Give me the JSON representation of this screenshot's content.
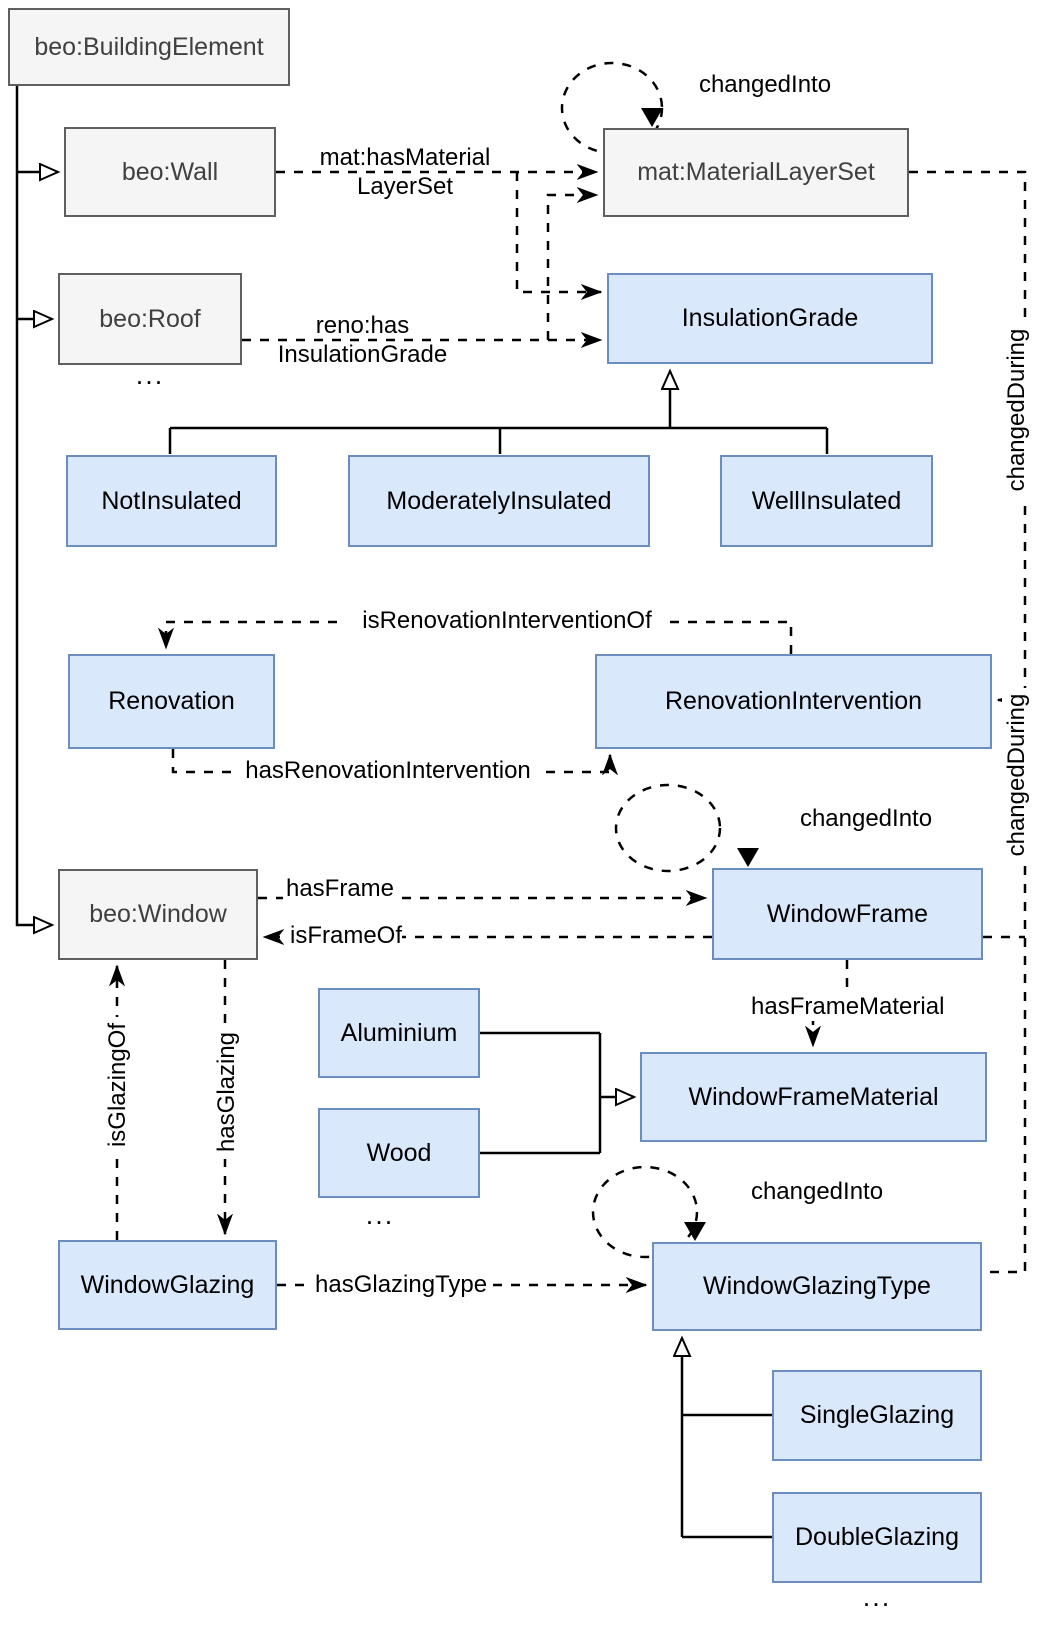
{
  "diagram_type": "ontology-class-diagram",
  "colors": {
    "class_fill": "#dae8fc",
    "class_border": "#6c8ebf",
    "external_fill": "#f5f5f5",
    "external_border": "#5f5f5f",
    "external_text": "#404040",
    "line": "#000000"
  },
  "nodes": {
    "building_element": "beo:BuildingElement",
    "wall": "beo:Wall",
    "roof": "beo:Roof",
    "material_layer_set": "mat:MaterialLayerSet",
    "insulation_grade": "InsulationGrade",
    "not_insulated": "NotInsulated",
    "moderately_insulated": "ModeratelyInsulated",
    "well_insulated": "WellInsulated",
    "renovation": "Renovation",
    "renovation_intervention": "RenovationIntervention",
    "window": "beo:Window",
    "window_frame": "WindowFrame",
    "aluminium": "Aluminium",
    "wood": "Wood",
    "window_frame_material": "WindowFrameMaterial",
    "window_glazing": "WindowGlazing",
    "window_glazing_type": "WindowGlazingType",
    "single_glazing": "SingleGlazing",
    "double_glazing": "DoubleGlazing"
  },
  "edges": {
    "changed_into_material": "changedInto",
    "has_material_layer_set": "mat:hasMaterial\nLayerSet",
    "has_insulation_grade": "reno:has\nInsulationGrade",
    "is_renovation_intervention_of": "isRenovationInterventionOf",
    "has_renovation_intervention": "hasRenovationIntervention",
    "changed_during_top": "changedDuring",
    "changed_during_bottom": "changedDuring",
    "changed_into_frame": "changedInto",
    "has_frame": "hasFrame",
    "is_frame_of": "isFrameOf",
    "has_frame_material": "hasFrameMaterial",
    "is_glazing_of": "isGlazingOf",
    "has_glazing": "hasGlazing",
    "has_glazing_type": "hasGlazingType",
    "changed_into_glazing": "changedInto"
  },
  "ellipsis": {
    "roof": "...",
    "wood": "...",
    "double_glazing": "..."
  }
}
